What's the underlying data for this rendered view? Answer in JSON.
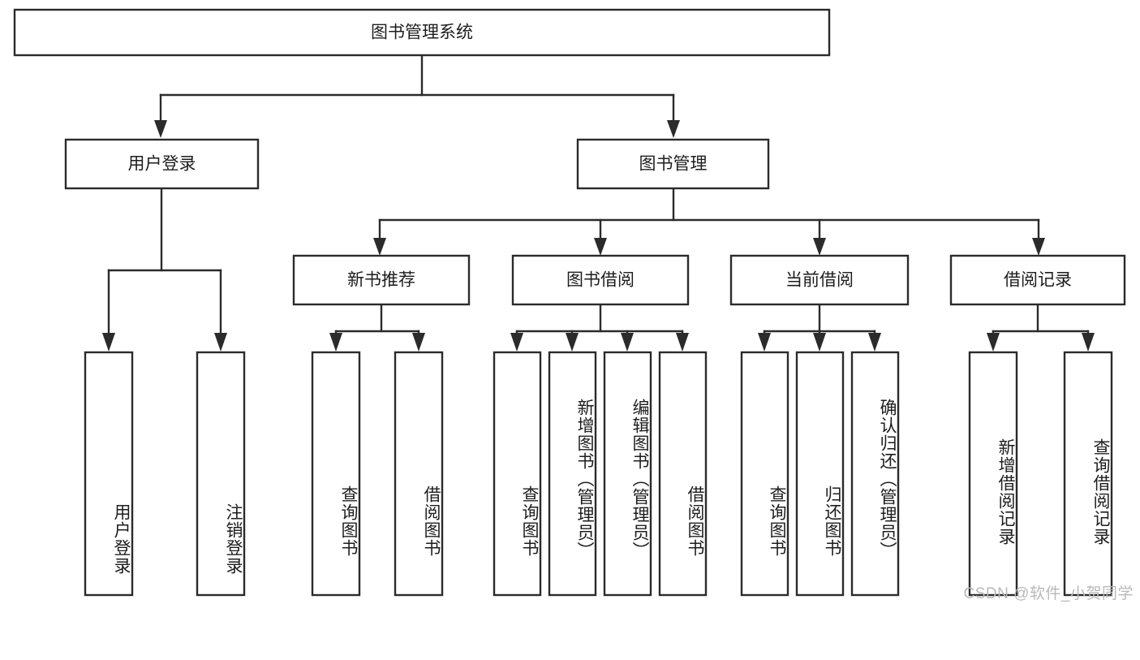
{
  "diagram": {
    "type": "hierarchy-tree",
    "title_node": "图书管理系统",
    "watermark": "CSDN @软件_小贺同学",
    "colors": {
      "box_stroke": "#2b2b2b",
      "box_fill": "#ffffff",
      "text": "#1d1d1d",
      "background": "#ffffff",
      "watermark": "#b9b9b9"
    },
    "nodes": {
      "root": "图书管理系统",
      "level2": [
        "用户登录",
        "图书管理"
      ],
      "level3_under_book_mgmt": [
        "新书推荐",
        "图书借阅",
        "当前借阅",
        "借阅记录"
      ],
      "leaves_user_login": [
        "用户登录",
        "注销登录"
      ],
      "leaves_new_book": [
        "查询图书",
        "借阅图书"
      ],
      "leaves_borrow": [
        "查询图书",
        "新增图书（管理员）",
        "编辑图书（管理员）",
        "借阅图书"
      ],
      "leaves_current": [
        "查询图书",
        "归还图书",
        "确认归还（管理员）"
      ],
      "leaves_records": [
        "新增借阅记录",
        "查询借阅记录"
      ]
    }
  }
}
